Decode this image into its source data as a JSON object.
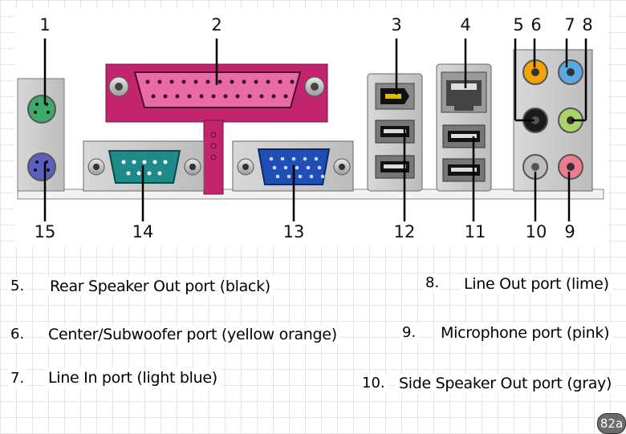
{
  "callout_numbers": [
    "1",
    "2",
    "3",
    "4",
    "5",
    "6",
    "7",
    "8",
    "15",
    "14",
    "13",
    "12",
    "11",
    "10",
    "9"
  ],
  "captions": [
    {
      "num": "5.",
      "text": "Rear Speaker Out port (black)"
    },
    {
      "num": "6.",
      "text": "Center/Subwoofer port (yellow orange)"
    },
    {
      "num": "7.",
      "text": "Line In port (light blue)"
    },
    {
      "num": "8.",
      "text": "Line Out port (lime)"
    },
    {
      "num": "9.",
      "text": "Microphone port (pink)"
    },
    {
      "num": "10.",
      "text": "Side Speaker Out port (gray)"
    }
  ],
  "badge": "82a",
  "colors": {
    "ps2_mouse": "#3daa6a",
    "ps2_keyboard": "#5a5fc0",
    "parallel": "#c2256e",
    "serial": "#1f8a8a",
    "vga": "#1f4fb5",
    "audio_black": "#1a1a1a",
    "audio_orange": "#f4a300",
    "audio_blue": "#5aa8e0",
    "audio_lime": "#a8d468",
    "audio_pink": "#f07a8e",
    "audio_gray": "#bdbdbd"
  }
}
